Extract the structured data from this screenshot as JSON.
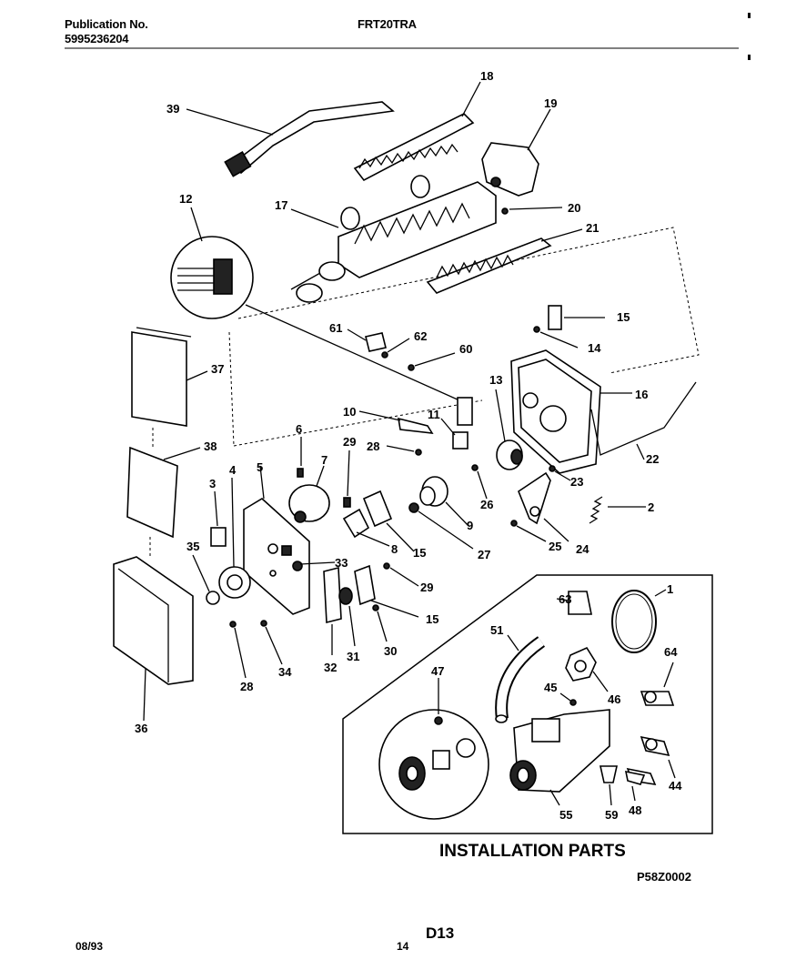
{
  "header": {
    "publication_label": "Publication No.",
    "publication_number": "5995236204",
    "model": "FRT20TRA"
  },
  "footer": {
    "date": "08/93",
    "page": "14",
    "code": "D13"
  },
  "diagram": {
    "installation_title": "INSTALLATION PARTS",
    "drawing_number": "P58Z0002",
    "callouts": [
      "39",
      "18",
      "19",
      "20",
      "17",
      "21",
      "12",
      "15",
      "61",
      "62",
      "60",
      "14",
      "13",
      "16",
      "37",
      "10",
      "11",
      "6",
      "29",
      "28",
      "38",
      "22",
      "7",
      "5",
      "3",
      "4",
      "26",
      "23",
      "2",
      "9",
      "8",
      "15",
      "27",
      "35",
      "33",
      "25",
      "24",
      "29",
      "15",
      "63",
      "1",
      "51",
      "64",
      "36",
      "28",
      "34",
      "32",
      "31",
      "30",
      "47",
      "45",
      "46",
      "44",
      "55",
      "59",
      "48"
    ]
  }
}
